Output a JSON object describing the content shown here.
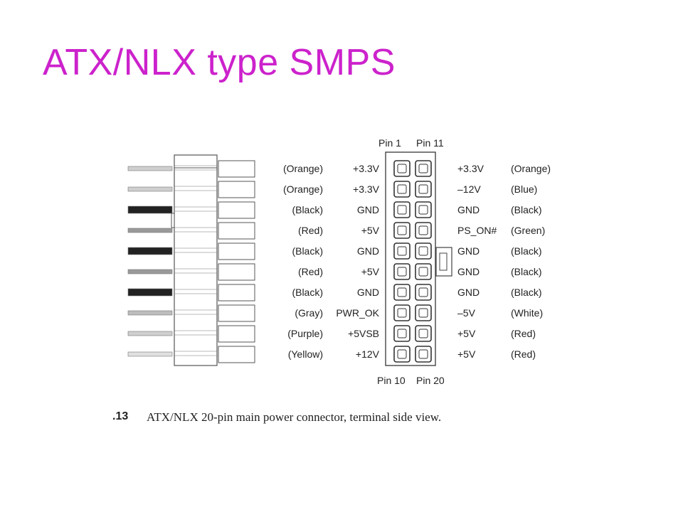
{
  "title": "ATX/NLX type SMPS",
  "pin_headers": {
    "top_left": "Pin 1",
    "top_right": "Pin 11",
    "bottom_left": "Pin 10",
    "bottom_right": "Pin 20"
  },
  "left_pins": [
    {
      "color": "(Orange)",
      "signal": "+3.3V"
    },
    {
      "color": "(Orange)",
      "signal": "+3.3V"
    },
    {
      "color": "(Black)",
      "signal": "GND"
    },
    {
      "color": "(Red)",
      "signal": "+5V"
    },
    {
      "color": "(Black)",
      "signal": "GND"
    },
    {
      "color": "(Red)",
      "signal": "+5V"
    },
    {
      "color": "(Black)",
      "signal": "GND"
    },
    {
      "color": "(Gray)",
      "signal": "PWR_OK"
    },
    {
      "color": "(Purple)",
      "signal": "+5VSB"
    },
    {
      "color": "(Yellow)",
      "signal": "+12V"
    }
  ],
  "right_pins": [
    {
      "signal": "+3.3V",
      "color": "(Orange)"
    },
    {
      "signal": "–12V",
      "color": "(Blue)"
    },
    {
      "signal": "GND",
      "color": "(Black)"
    },
    {
      "signal": "PS_ON#",
      "color": "(Green)"
    },
    {
      "signal": "GND",
      "color": "(Black)"
    },
    {
      "signal": "GND",
      "color": "(Black)"
    },
    {
      "signal": "GND",
      "color": "(Black)"
    },
    {
      "signal": "–5V",
      "color": "(White)"
    },
    {
      "signal": "+5V",
      "color": "(Red)"
    },
    {
      "signal": "+5V",
      "color": "(Red)"
    }
  ],
  "wire_shades": [
    "#cfcfcf",
    "#cfcfcf",
    "#222222",
    "#9a9a9a",
    "#222222",
    "#9a9a9a",
    "#222222",
    "#bdbdbd",
    "#cfcfcf",
    "#e0e0e0"
  ],
  "caption": {
    "number": ".13",
    "text": "ATX/NLX 20-pin main power connector, terminal side view."
  }
}
